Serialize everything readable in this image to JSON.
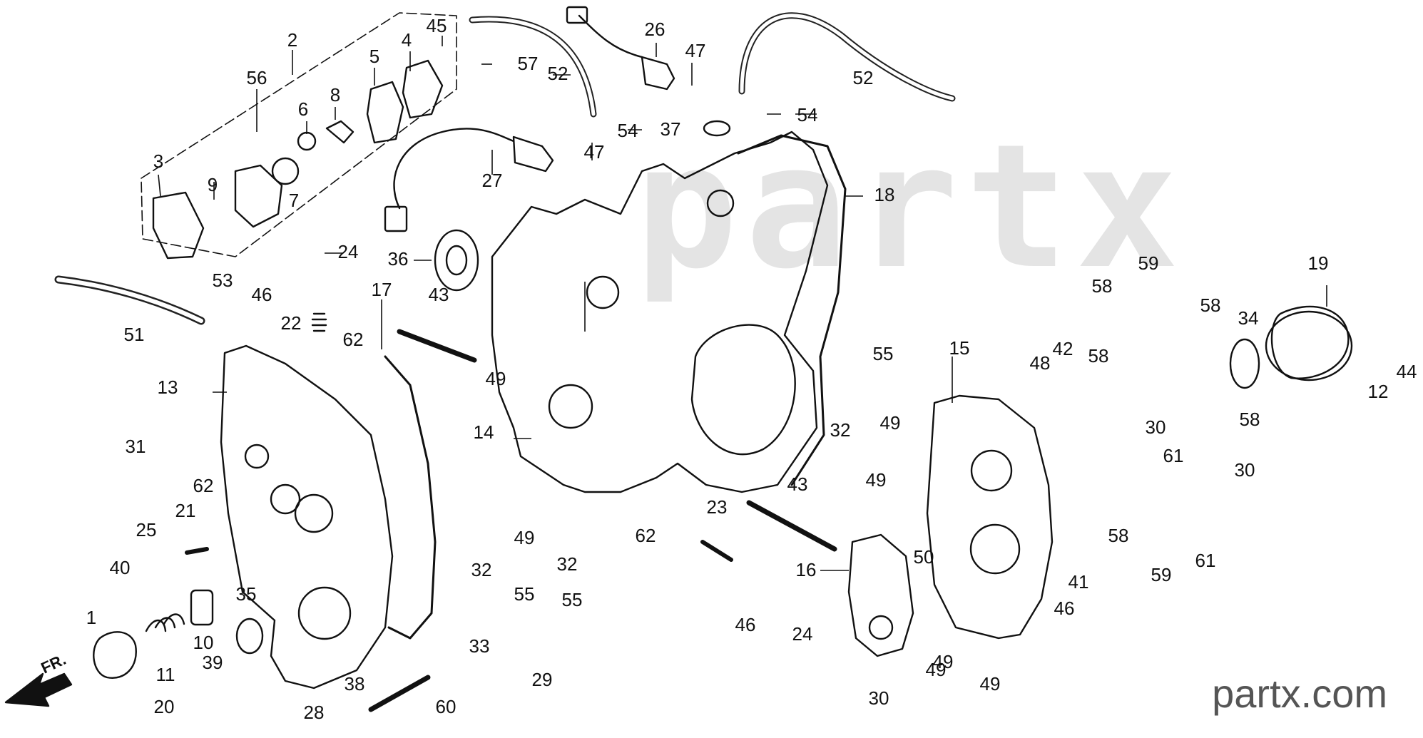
{
  "watermark": "partx",
  "site_label": "partx.com",
  "front_arrow_label": "FR.",
  "callouts": [
    {
      "id": "c1",
      "label": "1"
    },
    {
      "id": "c2",
      "label": "2"
    },
    {
      "id": "c3",
      "label": "3"
    },
    {
      "id": "c4",
      "label": "4"
    },
    {
      "id": "c5",
      "label": "5"
    },
    {
      "id": "c6",
      "label": "6"
    },
    {
      "id": "c7",
      "label": "7"
    },
    {
      "id": "c8",
      "label": "8"
    },
    {
      "id": "c9",
      "label": "9"
    },
    {
      "id": "c10",
      "label": "10"
    },
    {
      "id": "c11",
      "label": "11"
    },
    {
      "id": "c12",
      "label": "12"
    },
    {
      "id": "c13",
      "label": "13"
    },
    {
      "id": "c14",
      "label": "14"
    },
    {
      "id": "c15",
      "label": "15"
    },
    {
      "id": "c16",
      "label": "16"
    },
    {
      "id": "c17",
      "label": "17"
    },
    {
      "id": "c18",
      "label": "18"
    },
    {
      "id": "c19",
      "label": "19"
    },
    {
      "id": "c20",
      "label": "20"
    },
    {
      "id": "c21",
      "label": "21"
    },
    {
      "id": "c22",
      "label": "22"
    },
    {
      "id": "c23",
      "label": "23"
    },
    {
      "id": "c24a",
      "label": "24"
    },
    {
      "id": "c24b",
      "label": "24"
    },
    {
      "id": "c25",
      "label": "25"
    },
    {
      "id": "c26",
      "label": "26"
    },
    {
      "id": "c27",
      "label": "27"
    },
    {
      "id": "c28",
      "label": "28"
    },
    {
      "id": "c29",
      "label": "29"
    },
    {
      "id": "c30a",
      "label": "30"
    },
    {
      "id": "c30b",
      "label": "30"
    },
    {
      "id": "c30c",
      "label": "30"
    },
    {
      "id": "c31",
      "label": "31"
    },
    {
      "id": "c32a",
      "label": "32"
    },
    {
      "id": "c32b",
      "label": "32"
    },
    {
      "id": "c32c",
      "label": "32"
    },
    {
      "id": "c33",
      "label": "33"
    },
    {
      "id": "c34",
      "label": "34"
    },
    {
      "id": "c35",
      "label": "35"
    },
    {
      "id": "c36",
      "label": "36"
    },
    {
      "id": "c37",
      "label": "37"
    },
    {
      "id": "c38",
      "label": "38"
    },
    {
      "id": "c39",
      "label": "39"
    },
    {
      "id": "c40",
      "label": "40"
    },
    {
      "id": "c41",
      "label": "41"
    },
    {
      "id": "c42",
      "label": "42"
    },
    {
      "id": "c43a",
      "label": "43"
    },
    {
      "id": "c43b",
      "label": "43"
    },
    {
      "id": "c44",
      "label": "44"
    },
    {
      "id": "c45",
      "label": "45"
    },
    {
      "id": "c46a",
      "label": "46"
    },
    {
      "id": "c46b",
      "label": "46"
    },
    {
      "id": "c46c",
      "label": "46"
    },
    {
      "id": "c47a",
      "label": "47"
    },
    {
      "id": "c47b",
      "label": "47"
    },
    {
      "id": "c48",
      "label": "48"
    },
    {
      "id": "c49a",
      "label": "49"
    },
    {
      "id": "c49b",
      "label": "49"
    },
    {
      "id": "c49c",
      "label": "49"
    },
    {
      "id": "c49d",
      "label": "49"
    },
    {
      "id": "c49e",
      "label": "49"
    },
    {
      "id": "c49f",
      "label": "49"
    },
    {
      "id": "c49g",
      "label": "49"
    },
    {
      "id": "c50",
      "label": "50"
    },
    {
      "id": "c51",
      "label": "51"
    },
    {
      "id": "c52a",
      "label": "52"
    },
    {
      "id": "c52b",
      "label": "52"
    },
    {
      "id": "c53",
      "label": "53"
    },
    {
      "id": "c54a",
      "label": "54"
    },
    {
      "id": "c54b",
      "label": "54"
    },
    {
      "id": "c55a",
      "label": "55"
    },
    {
      "id": "c55b",
      "label": "55"
    },
    {
      "id": "c55c",
      "label": "55"
    },
    {
      "id": "c56",
      "label": "56"
    },
    {
      "id": "c57",
      "label": "57"
    },
    {
      "id": "c58a",
      "label": "58"
    },
    {
      "id": "c58b",
      "label": "58"
    },
    {
      "id": "c58c",
      "label": "58"
    },
    {
      "id": "c58d",
      "label": "58"
    },
    {
      "id": "c58e",
      "label": "58"
    },
    {
      "id": "c59a",
      "label": "59"
    },
    {
      "id": "c59b",
      "label": "59"
    },
    {
      "id": "c60",
      "label": "60"
    },
    {
      "id": "c61a",
      "label": "61"
    },
    {
      "id": "c61b",
      "label": "61"
    },
    {
      "id": "c62a",
      "label": "62"
    },
    {
      "id": "c62b",
      "label": "62"
    },
    {
      "id": "c62c",
      "label": "62"
    }
  ]
}
